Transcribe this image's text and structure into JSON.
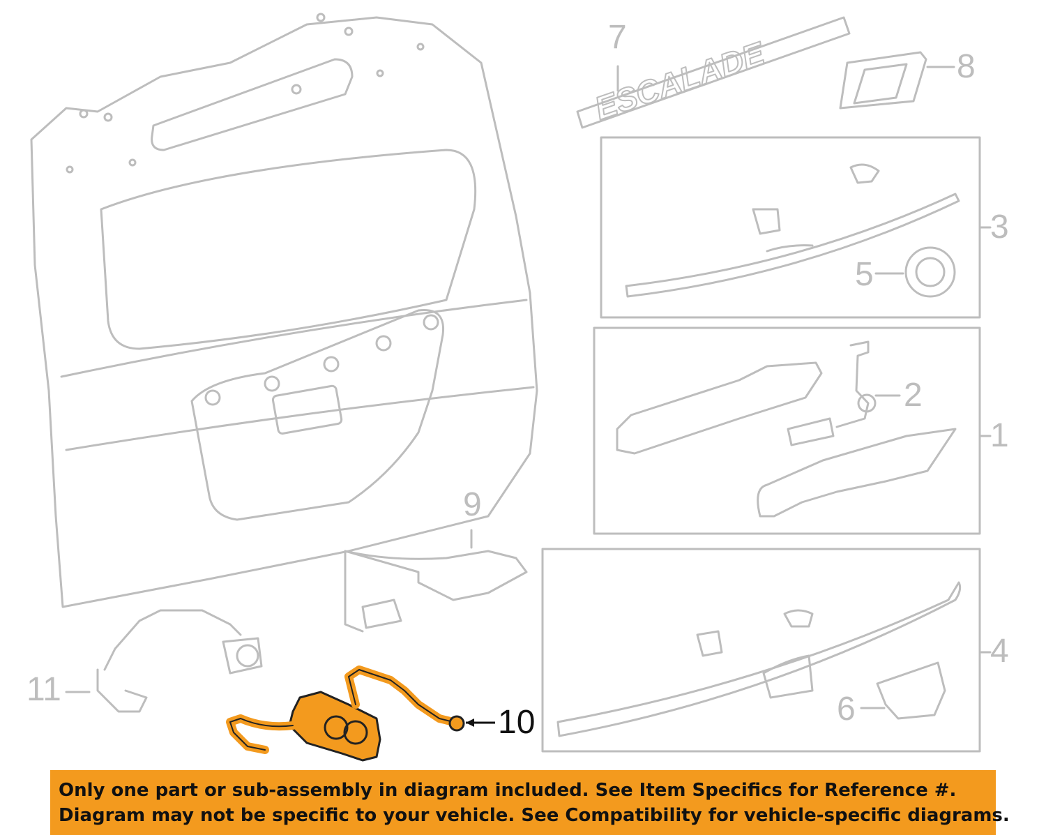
{
  "diagram": {
    "emblem_text": "ESCALADE",
    "highlight_color": "#f39a1e",
    "part_line_color": "#bdbdbd",
    "callouts": [
      {
        "id": "1",
        "label": "1"
      },
      {
        "id": "2",
        "label": "2"
      },
      {
        "id": "3",
        "label": "3"
      },
      {
        "id": "4",
        "label": "4"
      },
      {
        "id": "5",
        "label": "5"
      },
      {
        "id": "6",
        "label": "6"
      },
      {
        "id": "7",
        "label": "7"
      },
      {
        "id": "8",
        "label": "8"
      },
      {
        "id": "9",
        "label": "9"
      },
      {
        "id": "10",
        "label": "10",
        "highlighted": true
      },
      {
        "id": "11",
        "label": "11"
      }
    ]
  },
  "banner": {
    "line1": "Only one part or sub-assembly in diagram included. See Item Specifics for Reference #.",
    "line2": "Diagram may not be specific to your vehicle. See Compatibility for vehicle-specific diagrams.",
    "background": "#f39a1e"
  }
}
